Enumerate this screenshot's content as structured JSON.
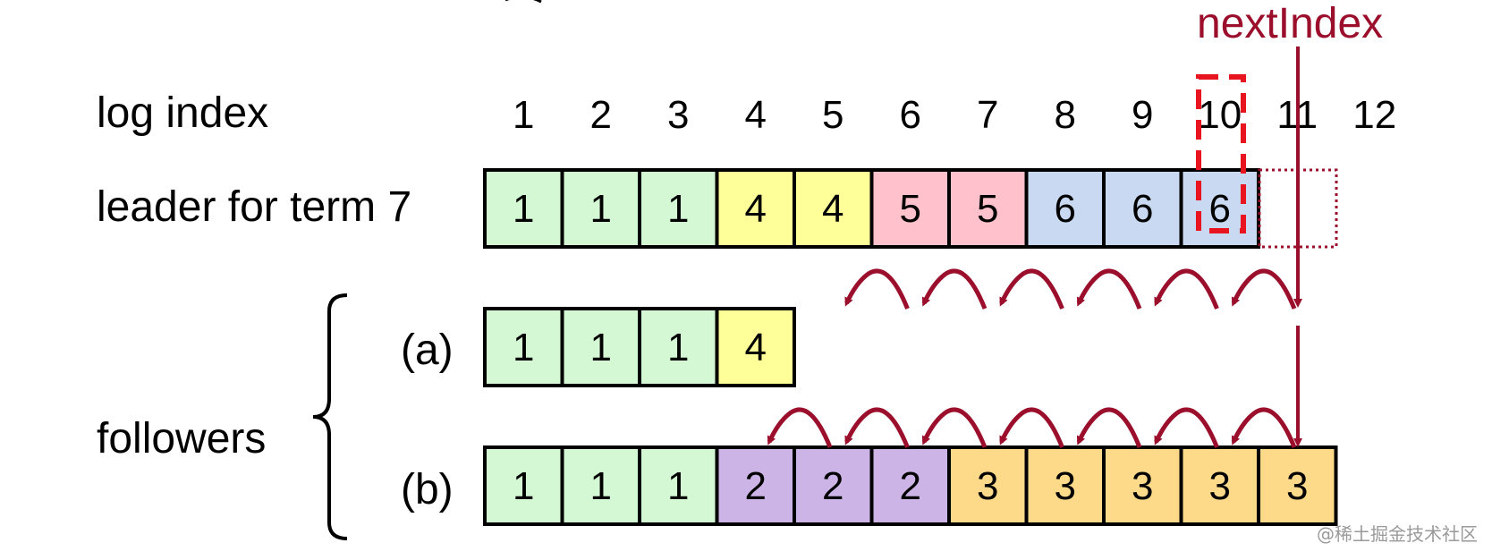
{
  "labels": {
    "log_index": "log index",
    "leader": "leader for term 7",
    "follower_a": "(a)",
    "follower_b": "(b)",
    "followers": "followers",
    "next_index": "nextIndex"
  },
  "log_indices": [
    "1",
    "2",
    "3",
    "4",
    "5",
    "6",
    "7",
    "8",
    "9",
    "10",
    "11",
    "12"
  ],
  "logs": {
    "leader": [
      1,
      1,
      1,
      4,
      4,
      5,
      5,
      6,
      6,
      6
    ],
    "follower_a": [
      1,
      1,
      1,
      4
    ],
    "follower_b": [
      1,
      1,
      1,
      2,
      2,
      2,
      3,
      3,
      3,
      3,
      3
    ]
  },
  "term_colors": {
    "1": "#d3f8d3",
    "2": "#cdb4e6",
    "3": "#fdd98a",
    "4": "#ffff99",
    "5": "#ffc2cc",
    "6": "#c9d9f2"
  },
  "highlight_index": 10,
  "next_index_position": 11,
  "accent_color": "#9b0f2c",
  "dashed_box_color": "#e8141f",
  "watermark": "@稀土掘金技术社区"
}
